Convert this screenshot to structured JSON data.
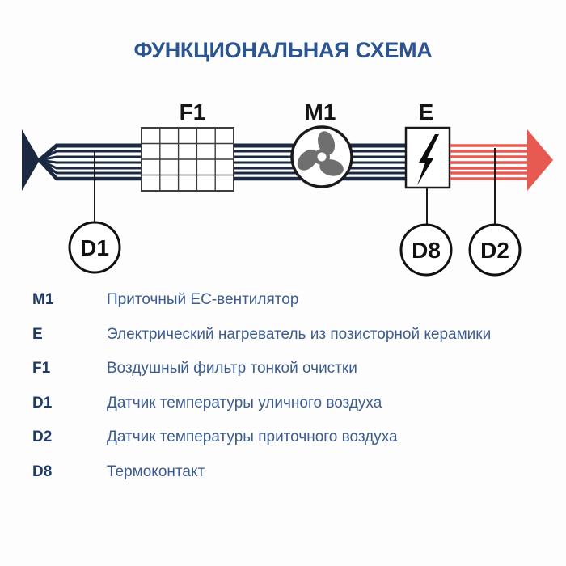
{
  "title": "ФУНКЦИОНАЛЬНАЯ СХЕМА",
  "colors": {
    "title_text": "#2b5491",
    "airflow_cold": "#1b2a40",
    "airflow_hot": "#e65a52",
    "fan_blades": "#6f6f6f",
    "outline": "#1a1a1a",
    "legend_key_text": "#1e3a66",
    "legend_label_text": "#3c5c8e"
  },
  "diagram": {
    "filter_label": "F1",
    "fan_label": "M1",
    "heater_label": "E",
    "sensor_d1_label": "D1",
    "sensor_d8_label": "D8",
    "sensor_d2_label": "D2",
    "icons": {
      "intake_arrow": "solid-right-arrow",
      "supply_arrow": "solid-right-arrow",
      "fan": "three-blade-propeller",
      "heater": "lightning-bolt",
      "filter": "mesh-grid-5x4"
    }
  },
  "legend": {
    "items": [
      {
        "key": "M1",
        "label": "Приточный ЕС-вентилятор"
      },
      {
        "key": "E",
        "label": "Электрический нагреватель из позисторной керамики"
      },
      {
        "key": "F1",
        "label": "Воздушный фильтр тонкой очистки"
      },
      {
        "key": "D1",
        "label": "Датчик температуры уличного воздуха"
      },
      {
        "key": "D2",
        "label": "Датчик температуры приточного воздуха"
      },
      {
        "key": "D8",
        "label": "Термоконтакт"
      }
    ]
  }
}
